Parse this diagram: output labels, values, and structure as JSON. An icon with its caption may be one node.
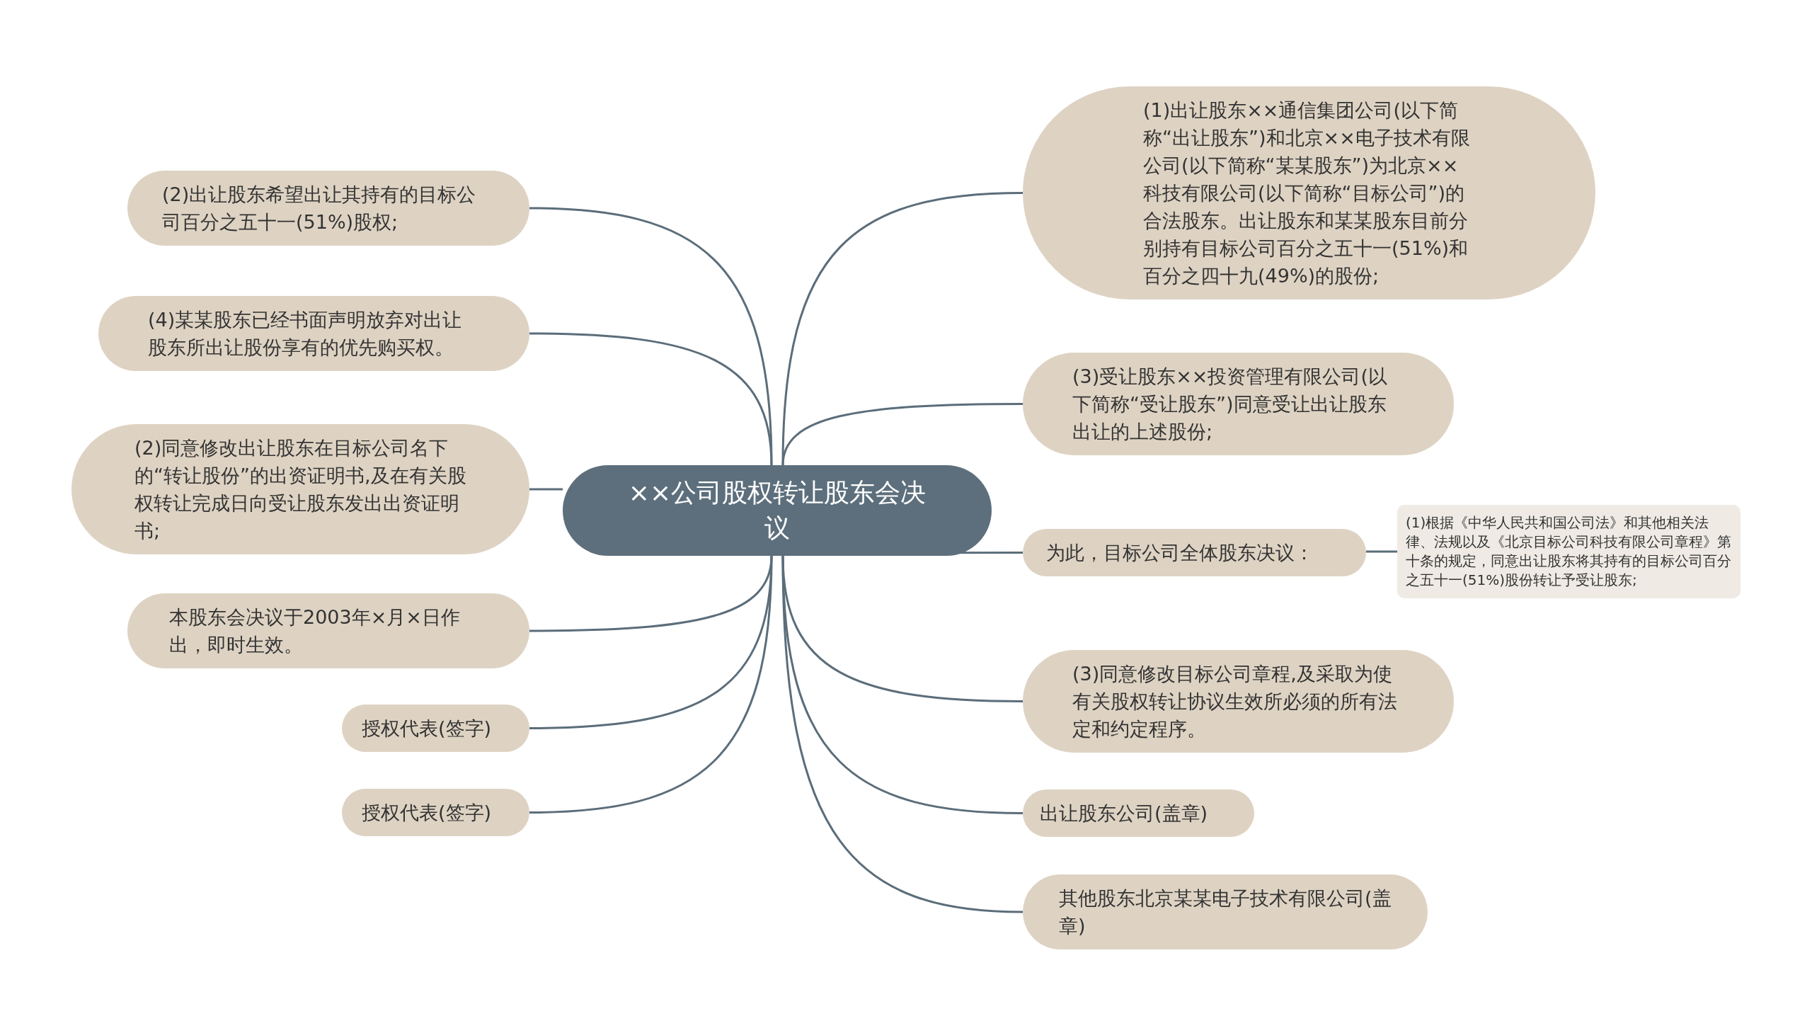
{
  "diagram": {
    "nodes": [
      {
        "text": [
          "××公司股权转让股东会决议"
        ]
      },
      {
        "text": [
          "(1)出让股东××通信集团公司(以下简称“出让股东”)和北京××电子技术有限公司(以下简称“某某股东”)为北京××科技有限公司(以下简称“目标公司”)的合法股东。出让股东和某某股东目前分别持有目标公司百分之五十一(51%)和百分之四十九(49%)的股份;"
        ]
      },
      {
        "text": [
          "(3)受让股东××投资管理有限公司(以下简称“受让股东”)同意受让出让股东出让的上述股份;"
        ]
      },
      {
        "text": [
          "为此，目标公司全体股东决议："
        ]
      },
      {
        "text": [
          "(1)根据《中华人民共和国公司法》和其他相关法律、法规以及《北京目标公司科技有限公司章程》第十条的规定，同意出让股东将其持有的目标公司百分之五十一(51%)股份转让予受让股东;"
        ]
      },
      {
        "text": [
          "(3)同意修改目标公司章程,及采取为使有关股权转让协议生效所必须的所有法定和约定程序。"
        ]
      },
      {
        "text": [
          "出让股东公司(盖章)"
        ]
      },
      {
        "text": [
          "其他股东北京某某电子技术有限公司(盖章)"
        ]
      },
      {
        "text": [
          "(2)出让股东希望出让其持有的目标公司百分之五十一(51%)股权;"
        ]
      },
      {
        "text": [
          "(4)某某股东已经书面声明放弃对出让股东所出让股份享有的优先购买权。"
        ]
      },
      {
        "text": [
          "(2)同意修改出让股东在目标公司名下的“转让股份”的出资证明书,及在有关股权转让完成日向受让股东发出出资证明书;"
        ]
      },
      {
        "text": [
          "本股东会决议于2003年×月×日作出，即时生效。"
        ]
      },
      {
        "text": [
          "授权代表(签字)"
        ]
      },
      {
        "text": [
          "授权代表(签字)"
        ]
      }
    ],
    "edges": [
      {
        "from": 0,
        "to": 1,
        "arrow": "none"
      },
      {
        "from": 0,
        "to": 2,
        "arrow": "none"
      },
      {
        "from": 0,
        "to": 3,
        "arrow": "none"
      },
      {
        "from": 3,
        "to": 4,
        "arrow": "none"
      },
      {
        "from": 0,
        "to": 5,
        "arrow": "none"
      },
      {
        "from": 0,
        "to": 6,
        "arrow": "none"
      },
      {
        "from": 0,
        "to": 7,
        "arrow": "none"
      },
      {
        "from": 0,
        "to": 8,
        "arrow": "none"
      },
      {
        "from": 0,
        "to": 9,
        "arrow": "none"
      },
      {
        "from": 0,
        "to": 10,
        "arrow": "none"
      },
      {
        "from": 0,
        "to": 11,
        "arrow": "none"
      },
      {
        "from": 0,
        "to": 12,
        "arrow": "none"
      },
      {
        "from": 0,
        "to": 13,
        "arrow": "none"
      }
    ]
  }
}
